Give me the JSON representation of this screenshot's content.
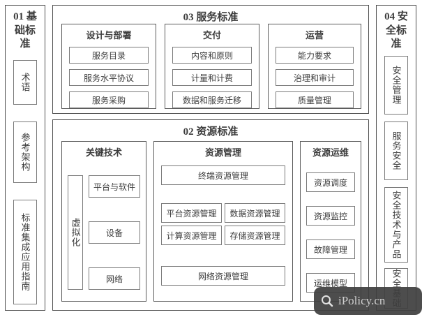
{
  "foundation": {
    "title": "01 基础标准",
    "items": [
      "术语",
      "参考架构",
      "标准集成应用指南"
    ]
  },
  "security": {
    "title": "04 安全标准",
    "items": [
      "安全管理",
      "服务安全",
      "安全技术与产品",
      "安全基础"
    ]
  },
  "service": {
    "title": "03 服务标准",
    "groups": [
      {
        "title": "设计与部署",
        "items": [
          "服务目录",
          "服务水平协议",
          "服务采购"
        ]
      },
      {
        "title": "交付",
        "items": [
          "内容和原则",
          "计量和计费",
          "数据和服务迁移"
        ]
      },
      {
        "title": "运营",
        "items": [
          "能力要求",
          "治理和审计",
          "质量管理"
        ]
      }
    ]
  },
  "resource": {
    "title": "02 资源标准",
    "key_tech": {
      "title": "关键技术",
      "vertical": "虚拟化",
      "items": [
        "平台与软件",
        "设备",
        "网络"
      ]
    },
    "management": {
      "title": "资源管理",
      "row_top": "终端资源管理",
      "grid": [
        "平台资源管理",
        "数据资源管理",
        "计算资源管理",
        "存储资源管理"
      ],
      "row_bottom": "网络资源管理"
    },
    "operations": {
      "title": "资源运维",
      "items": [
        "资源调度",
        "资源监控",
        "故障管理",
        "运维模型"
      ]
    }
  },
  "watermark": {
    "text": "iPolicy.cn"
  },
  "colors": {
    "border_dark": "#4f4f4f",
    "border_light": "#7a7a7a",
    "watermark_bg": "#3e3e3e"
  }
}
